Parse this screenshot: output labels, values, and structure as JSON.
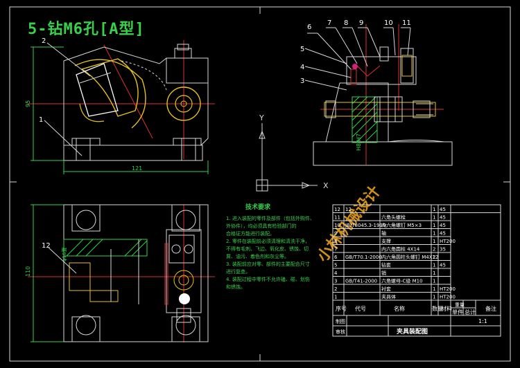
{
  "title": "5-钻M6孔[A型]",
  "dims": {
    "width_121": "121",
    "height_95": "95",
    "height_110": "110",
    "dia_phi16": "φ16置",
    "dim_h48": "H8/H7"
  },
  "part_labels_top": [
    "6",
    "7",
    "8",
    "9",
    "10",
    "11"
  ],
  "part_labels_left": [
    "2",
    "1",
    "5",
    "4",
    "3"
  ],
  "label_12": "12",
  "ucs": {
    "y": "Y",
    "x": "X"
  },
  "tech_title": "技术要求",
  "tech_lines": [
    "1. 进入装配的零件及部件（包括外购件、",
    "   外协件），均必须具有检验部门的",
    "   合格证方能进行装配。",
    "2. 零件在装配前必须清理和清洗干净，",
    "   不得有毛刺、飞边、氧化皮、锈蚀、切",
    "   屑、油污、着色剂和灰尘等。",
    "3. 装配前应对零、部件的主要配合尺寸",
    "   进行复查。",
    "4. 装配过程中零件不允许磕、碰、划伤",
    "   和锈蚀。"
  ],
  "watermark": "小林机械设计",
  "bom_rows": [
    [
      "12",
      "12",
      "",
      "1",
      "45",
      ""
    ],
    [
      "11",
      "",
      "六角头螺栓",
      "1",
      "45",
      ""
    ],
    [
      "10",
      "JB/T8045.3-1999",
      "内六角螺钉 M5×3",
      "1",
      "45",
      ""
    ],
    [
      "9",
      "",
      "轴",
      "1",
      "45",
      ""
    ],
    [
      "8",
      "",
      "支撑",
      "1",
      "HT200",
      ""
    ],
    [
      "7",
      "",
      "内六角圆柱 4X14",
      "2",
      "35",
      ""
    ],
    [
      "6",
      "GB/T70.1-2000",
      "内六角圆柱头螺钉 M4X12",
      "2",
      "",
      ""
    ],
    [
      "5",
      "",
      "钻套",
      "1",
      "45",
      ""
    ],
    [
      "4",
      "",
      "销",
      "1",
      "",
      ""
    ],
    [
      "3",
      "GB/T41-2000",
      "六角螺母-C级 M10",
      "1",
      "",
      ""
    ],
    [
      "2",
      "",
      "衬套",
      "1",
      "HT200",
      ""
    ],
    [
      "1",
      "",
      "夹具体",
      "1",
      "HT200",
      ""
    ]
  ],
  "bom_header": [
    "序号",
    "代号",
    "名称",
    "数量",
    "材料",
    "单件",
    "总计",
    "备注"
  ],
  "bom_header_mass": "重量",
  "title_block": {
    "drawing_name": "夹具装配图",
    "scale": "1:1",
    "row_a": "制图",
    "row_b": "审核"
  }
}
